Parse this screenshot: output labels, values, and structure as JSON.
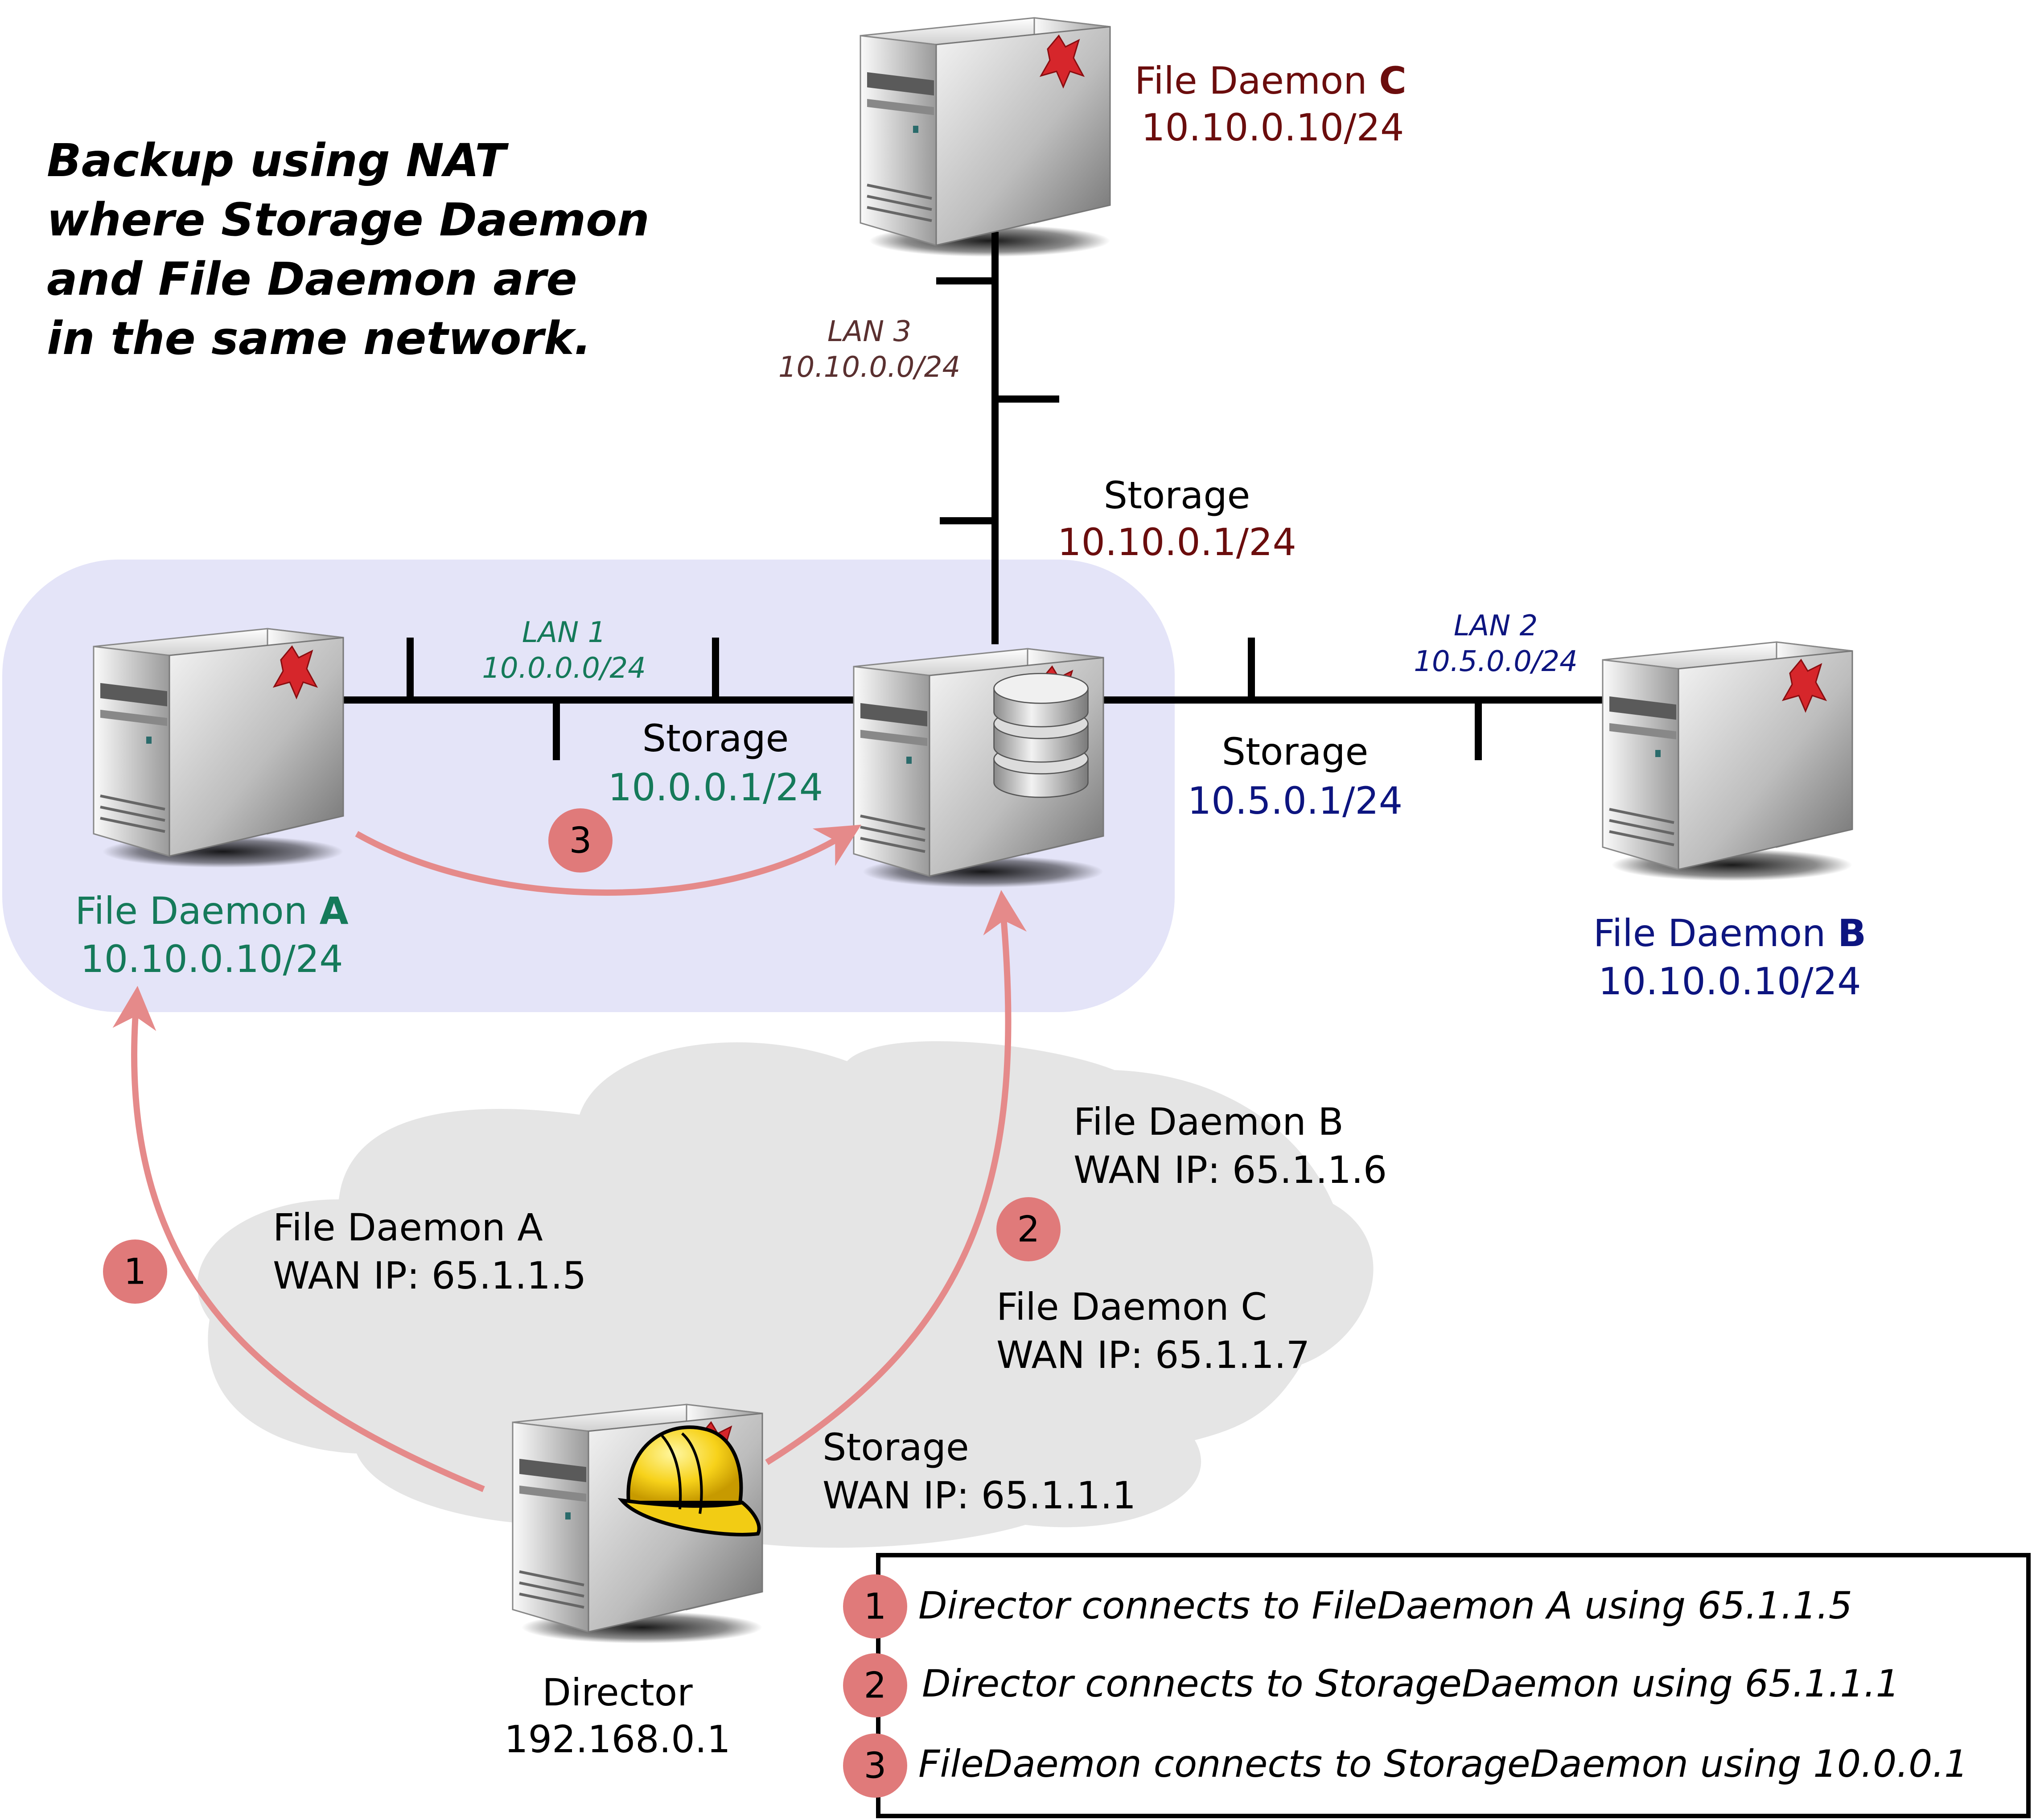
{
  "title_lines": [
    "Backup using NAT",
    "where Storage Daemon",
    "and File Daemon are",
    "in the same network."
  ],
  "fd_c": {
    "name": "File Daemon ",
    "letter": "C",
    "ip": "10.10.0.10/24"
  },
  "lan3": {
    "name": "LAN 3",
    "net": "10.10.0.0/24"
  },
  "storage_lan3": {
    "name": "Storage",
    "ip": "10.10.0.1/24"
  },
  "lan1": {
    "name": "LAN 1",
    "net": "10.0.0.0/24"
  },
  "storage_lan1": {
    "name": "Storage",
    "ip": "10.0.0.1/24"
  },
  "lan2": {
    "name": "LAN 2",
    "net": "10.5.0.0/24"
  },
  "storage_lan2": {
    "name": "Storage",
    "ip": "10.5.0.1/24"
  },
  "fd_a": {
    "name": "File Daemon ",
    "letter": "A",
    "ip": "10.10.0.10/24"
  },
  "fd_b": {
    "name": "File Daemon ",
    "letter": "B",
    "ip": "10.10.0.10/24"
  },
  "wan": {
    "fd_a": {
      "name": "File Daemon A",
      "ip": "WAN IP: 65.1.1.5"
    },
    "fd_b": {
      "name": "File Daemon B",
      "ip": "WAN IP: 65.1.1.6"
    },
    "fd_c": {
      "name": "File Daemon C",
      "ip": "WAN IP: 65.1.1.7"
    },
    "storage": {
      "name": "Storage",
      "ip": "WAN IP: 65.1.1.1"
    }
  },
  "director": {
    "name": "Director",
    "ip": "192.168.0.1"
  },
  "steps": [
    "1",
    "2",
    "3"
  ],
  "legend": [
    {
      "num": "1",
      "text": "Director connects to FileDaemon A using 65.1.1.5"
    },
    {
      "num": "2",
      "text": "Director connects to StorageDaemon using 65.1.1.1"
    },
    {
      "num": "3",
      "text": "FileDaemon connects to StorageDaemon using 10.0.0.1"
    }
  ],
  "colors": {
    "lan1_text": "#157a5a",
    "lan2_text": "#0d1580",
    "lan3_text": "#6b0d0d",
    "arrow": "#e58a8a",
    "badge": "#e07a7a",
    "lan1_zone": "#e4e4f8",
    "cloud": "#e5e5e5"
  }
}
